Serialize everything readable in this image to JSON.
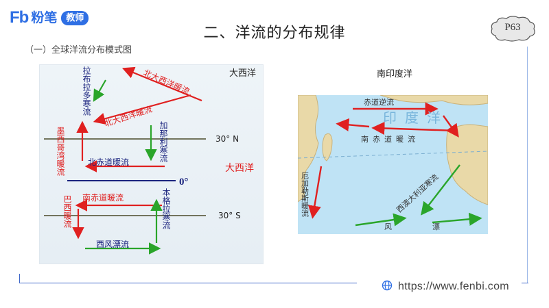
{
  "brand": {
    "mark": "Fb",
    "name": "粉笔",
    "badge": "教师"
  },
  "page_title": "二、洋流的分布规律",
  "subtitle": "（一）全球洋流分布模式图",
  "page_number": "P63",
  "footer_url": "https://www.fenbi.com",
  "atlantic_diagram": {
    "ocean_label": "大西洋",
    "ocean_center_label": "大西洋",
    "equator_label": "0°",
    "lat_north": "30° N",
    "lat_south": "30° S",
    "currents": {
      "labrador": "拉布拉多寒流",
      "north_atlantic_upper": "北大西洋暖流",
      "north_atlantic_lower": "北大西洋暖流",
      "gulf": "墨西哥湾暖流",
      "canary": "加那利寒流",
      "north_equatorial": "北赤道暖流",
      "south_equatorial": "南赤道暖流",
      "brazil": "巴西暖流",
      "benguela": "本格拉寒流",
      "west_wind": "西风漂流"
    }
  },
  "indian_ocean_map": {
    "title": "南印度洋",
    "ocean_name": "印度洋",
    "equatorial_counter": "赤道逆流",
    "south_equatorial": "南赤道暖流",
    "agulhas": "厄加勒斯暖流",
    "west_australian": "西澳大利亚寒流",
    "west_wind_1": "风",
    "west_wind_2": "漂"
  },
  "colors": {
    "brand_blue": "#2f6fe4",
    "warm_current": "#e02020",
    "cold_current": "#2aa52a",
    "label_navy": "#1a237e",
    "latitude_line": "#4a4a2a",
    "sea_blue": "#bfe3f5"
  }
}
